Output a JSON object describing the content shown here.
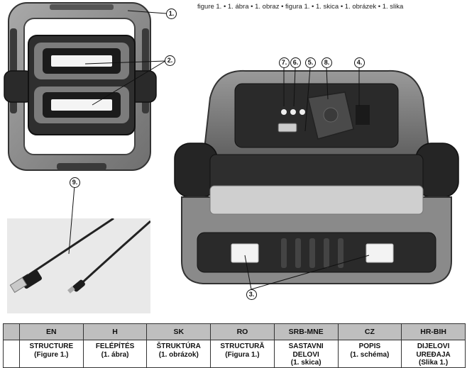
{
  "caption": "figure 1. • 1. ábra • 1. obraz • figura 1. • 1. skica • 1. obrázek • 1. slika",
  "callouts": {
    "c1": "1.",
    "c2": "2.",
    "c3": "3.",
    "c4": "4.",
    "c5": "5.",
    "c6": "6.",
    "c7": "7.",
    "c8": "8.",
    "c9": "9."
  },
  "table": {
    "headers": [
      "EN",
      "H",
      "SK",
      "RO",
      "SRB-MNE",
      "CZ",
      "HR-BIH"
    ],
    "rows": [
      [
        {
          "line1": "STRUCTURE",
          "line2": "(Figure 1.)"
        },
        {
          "line1": "FELÉPÍTÉS",
          "line2": "(1. ábra)"
        },
        {
          "line1": "ŠTRUKTÚRA",
          "line2": "(1. obrázok)"
        },
        {
          "line1": "STRUCTURĂ",
          "line2": "(Figura 1.)"
        },
        {
          "line1": "SASTAVNI DELOVI",
          "line2": "(1. skica)"
        },
        {
          "line1": "POPIS",
          "line2": "(1. schéma)"
        },
        {
          "line1": "DIJELOVI UREĐAJA",
          "line2": "(Slika 1.)"
        }
      ]
    ]
  },
  "colors": {
    "frame_gray": "#8e8e8e",
    "body_dark": "#2b2b2b",
    "led_white": "#f4f4f4",
    "table_header": "#bfbfbf"
  }
}
